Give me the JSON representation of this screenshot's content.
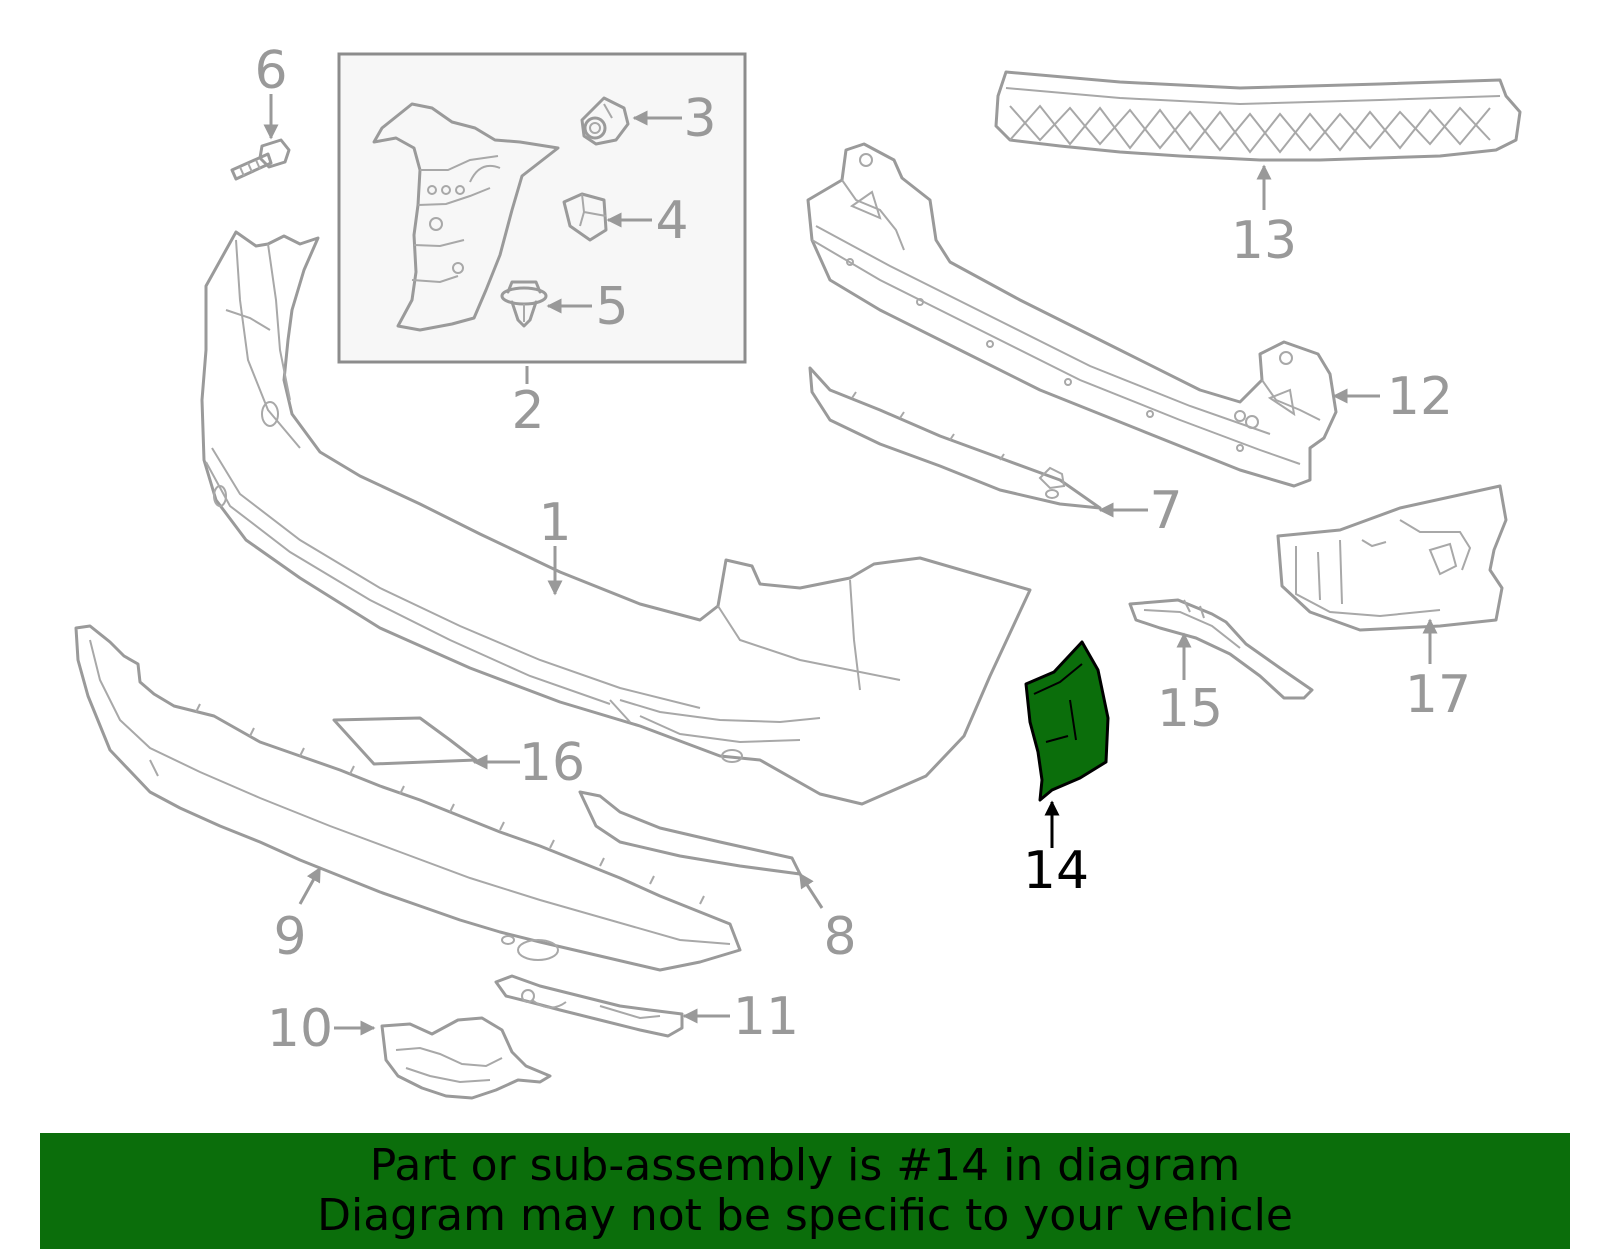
{
  "diagram": {
    "inset_box_label": "2",
    "callouts": [
      {
        "number": "1",
        "highlighted": false
      },
      {
        "number": "2",
        "highlighted": false
      },
      {
        "number": "3",
        "highlighted": false
      },
      {
        "number": "4",
        "highlighted": false
      },
      {
        "number": "5",
        "highlighted": false
      },
      {
        "number": "6",
        "highlighted": false
      },
      {
        "number": "7",
        "highlighted": false
      },
      {
        "number": "8",
        "highlighted": false
      },
      {
        "number": "9",
        "highlighted": false
      },
      {
        "number": "10",
        "highlighted": false
      },
      {
        "number": "11",
        "highlighted": false
      },
      {
        "number": "12",
        "highlighted": false
      },
      {
        "number": "13",
        "highlighted": false
      },
      {
        "number": "14",
        "highlighted": true
      },
      {
        "number": "15",
        "highlighted": false
      },
      {
        "number": "16",
        "highlighted": false
      },
      {
        "number": "17",
        "highlighted": false
      }
    ],
    "highlight_color": "#0b6e0b",
    "line_color": "#999999"
  },
  "banner": {
    "line1": "Part or sub-assembly is #14 in diagram",
    "line2": "Diagram may not be specific to your vehicle",
    "background": "#0b6e0b"
  }
}
